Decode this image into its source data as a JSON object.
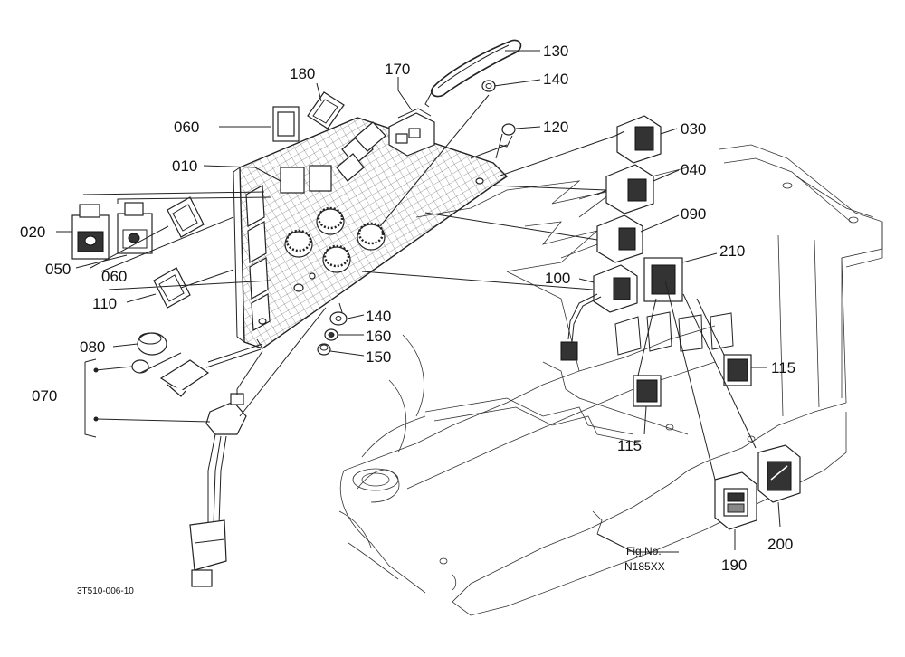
{
  "figure": {
    "code": "3T510-006-10",
    "fig_ref": "Fig.No.",
    "fig_number": "N185XX"
  },
  "parts": [
    {
      "id": "130",
      "label": "130"
    },
    {
      "id": "140a",
      "label": "140"
    },
    {
      "id": "170",
      "label": "170"
    },
    {
      "id": "180",
      "label": "180"
    },
    {
      "id": "060a",
      "label": "060"
    },
    {
      "id": "120",
      "label": "120"
    },
    {
      "id": "030",
      "label": "030"
    },
    {
      "id": "010",
      "label": "010"
    },
    {
      "id": "040",
      "label": "040"
    },
    {
      "id": "020",
      "label": "020"
    },
    {
      "id": "090",
      "label": "090"
    },
    {
      "id": "210",
      "label": "210"
    },
    {
      "id": "050",
      "label": "050"
    },
    {
      "id": "060b",
      "label": "060"
    },
    {
      "id": "100",
      "label": "100"
    },
    {
      "id": "110",
      "label": "110"
    },
    {
      "id": "140b",
      "label": "140"
    },
    {
      "id": "160",
      "label": "160"
    },
    {
      "id": "080",
      "label": "080"
    },
    {
      "id": "150",
      "label": "150"
    },
    {
      "id": "115a",
      "label": "115"
    },
    {
      "id": "070",
      "label": "070"
    },
    {
      "id": "115b",
      "label": "115"
    },
    {
      "id": "200",
      "label": "200"
    },
    {
      "id": "190",
      "label": "190"
    }
  ]
}
